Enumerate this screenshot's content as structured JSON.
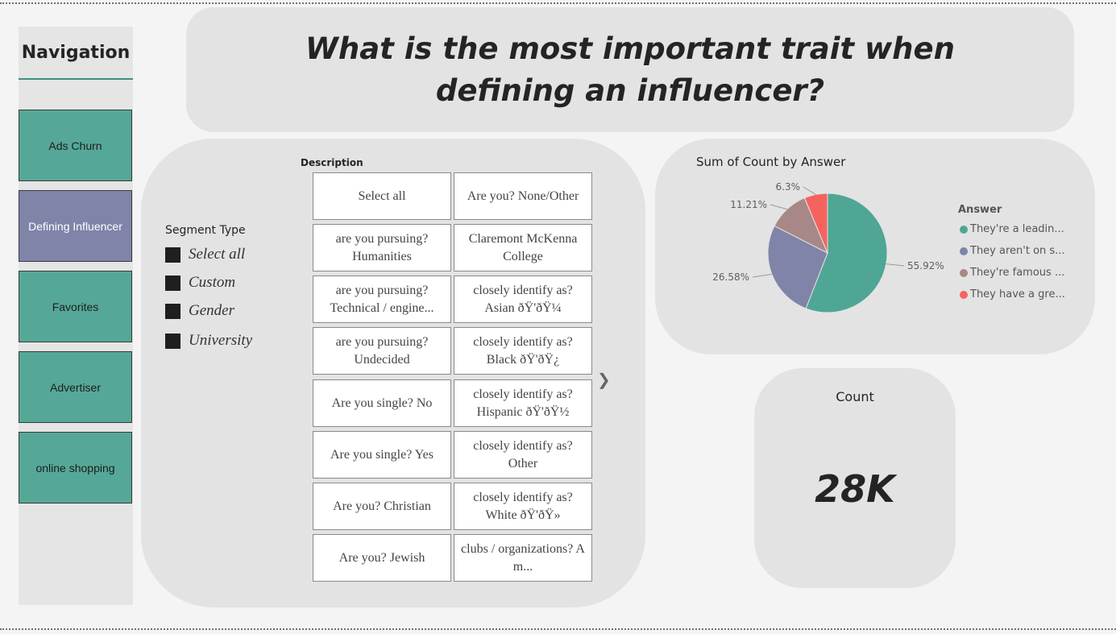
{
  "navigation": {
    "title": "Navigation",
    "items": [
      {
        "label": "Ads Churn",
        "active": false
      },
      {
        "label": "Defining Influencer",
        "active": true
      },
      {
        "label": "Favorites",
        "active": false
      },
      {
        "label": "Advertiser",
        "active": false
      },
      {
        "label": "online shopping",
        "active": false
      }
    ]
  },
  "header": {
    "title": "What is the most important trait when defining an influencer?"
  },
  "segment_slicer": {
    "title": "Segment Type",
    "options": [
      "Select all",
      "Custom",
      "Gender",
      "University"
    ]
  },
  "description_slicer": {
    "title": "Description",
    "tiles": [
      "Select all",
      "Are you? None/Other",
      "are you pursuing? Humanities",
      "Claremont McKenna College",
      "are you pursuing? Technical / engine...",
      "closely identify as? Asian ðŸ'ðŸ¼",
      "are you pursuing? Undecided",
      "closely identify as? Black ðŸ'ðŸ¿",
      "Are you single? No",
      "closely identify as? Hispanic ðŸ'ðŸ½",
      "Are you single? Yes",
      "closely identify as? Other",
      "Are you? Christian",
      "closely identify as? White ðŸ'ðŸ»",
      "Are you? Jewish",
      "clubs / organizations? A m..."
    ],
    "next_icon": "chevron-right-icon"
  },
  "chart_data": {
    "type": "pie",
    "title": "Sum of Count by Answer",
    "legend_title": "Answer",
    "legend_position": "right",
    "categories": [
      "They're a leadin...",
      "They aren't on s...",
      "They're famous ...",
      "They have a gre..."
    ],
    "values": [
      55.92,
      26.58,
      11.21,
      6.3
    ],
    "labels": [
      "55.92%",
      "26.58%",
      "11.21%",
      "6.3%"
    ],
    "colors": [
      "#4fa694",
      "#7f84a8",
      "#a88886",
      "#f5635f"
    ]
  },
  "count_card": {
    "label": "Count",
    "value": "28K"
  }
}
